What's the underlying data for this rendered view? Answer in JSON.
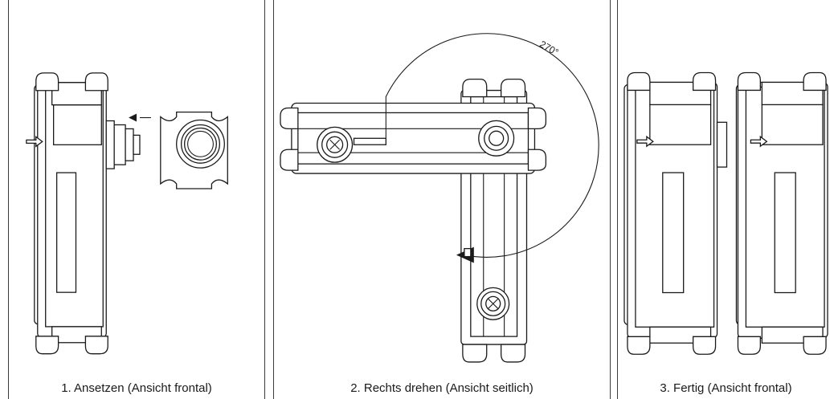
{
  "panels": [
    {
      "caption": "1. Ansetzen (Ansicht frontal)"
    },
    {
      "caption": "2. Rechts drehen (Ansicht seitlich)"
    },
    {
      "caption": "3. Fertig (Ansicht frontal)"
    }
  ],
  "rotation_label": "270°",
  "colors": {
    "line": "#1a1a1a",
    "frame": "#3a3a3a",
    "background": "#ffffff"
  }
}
